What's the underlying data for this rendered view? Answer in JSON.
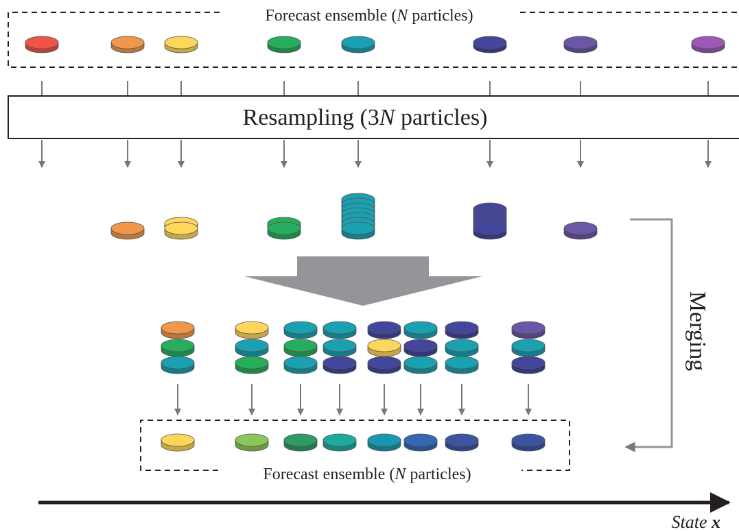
{
  "top_ensemble": {
    "label_pre": "Forecast ensemble (",
    "label_italic": "N",
    "label_post": " particles)"
  },
  "resampling": {
    "label_pre": "Resampling (3",
    "label_italic": "N",
    "label_post": "  particles)"
  },
  "merging_label": "Merging",
  "bottom_ensemble": {
    "label_pre": "Forecast ensemble (",
    "label_italic": "N",
    "label_post": " particles)"
  },
  "axis": {
    "label_italic": "State",
    "label_bold": "x"
  },
  "colors": {
    "red": "#ef5448",
    "orange": "#f0974d",
    "yellow": "#fdd65b",
    "green": "#27ad5e",
    "teal": "#1aa0b0",
    "blue": "#43469c",
    "purple": "#6c56a6",
    "violet": "#9b59b6",
    "lightgreen": "#8cc759",
    "darkgreen": "#2e9a64",
    "sea": "#1eaaa0",
    "cyan": "#1a97b0",
    "royal": "#3567b3",
    "indigo": "#3d54a3",
    "grayArrow": "#777777",
    "bigArrow": "#939598"
  },
  "initial_particles": [
    "red",
    "orange",
    "yellow",
    "green",
    "teal",
    "blue",
    "purple",
    "violet"
  ],
  "resampled_counts": [
    0,
    1,
    2,
    2,
    7,
    5,
    1,
    0
  ],
  "merge_groups": [
    [
      "orange",
      "green",
      "teal"
    ],
    [
      "yellow",
      "teal",
      "green"
    ],
    [
      "teal",
      "green",
      "teal"
    ],
    [
      "teal",
      "teal",
      "blue"
    ],
    [
      "blue",
      "yellow",
      "blue"
    ],
    [
      "teal",
      "blue",
      "teal"
    ],
    [
      "blue",
      "teal",
      "teal"
    ],
    [
      "purple",
      "teal",
      "blue"
    ]
  ],
  "merged_particles": [
    "yellow",
    "lightgreen",
    "darkgreen",
    "sea",
    "cyan",
    "royal",
    "indigo",
    "indigo"
  ]
}
